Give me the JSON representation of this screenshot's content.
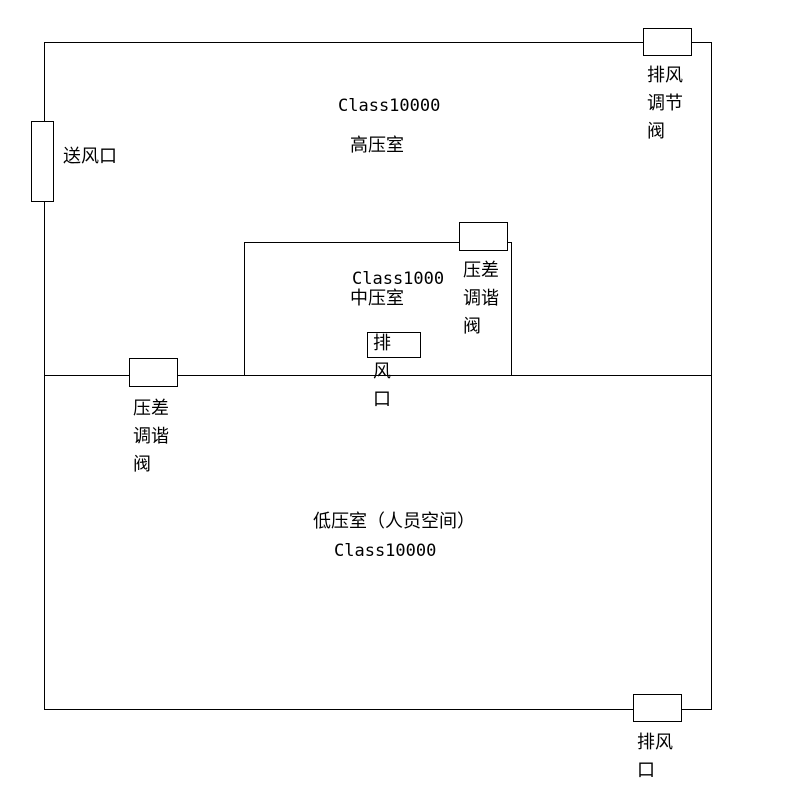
{
  "high_pressure_room": {
    "class": "Class10000",
    "name": "高压室"
  },
  "supply_vent": {
    "label": "送风口"
  },
  "exhaust_damper": {
    "label": "排风\n调节\n阀"
  },
  "medium_pressure_room": {
    "class": "Class1000",
    "name": "中压室"
  },
  "differential_valve_upper": {
    "label": "压差\n调谐\n阀"
  },
  "exhaust_vent_inner": {
    "label": "排\n风\n口"
  },
  "differential_valve_lower": {
    "label": "压差\n调谐\n阀"
  },
  "low_pressure_room": {
    "name": "低压室（人员空间）",
    "class": "Class10000"
  },
  "exhaust_vent_bottom": {
    "label": "排风\n口"
  }
}
